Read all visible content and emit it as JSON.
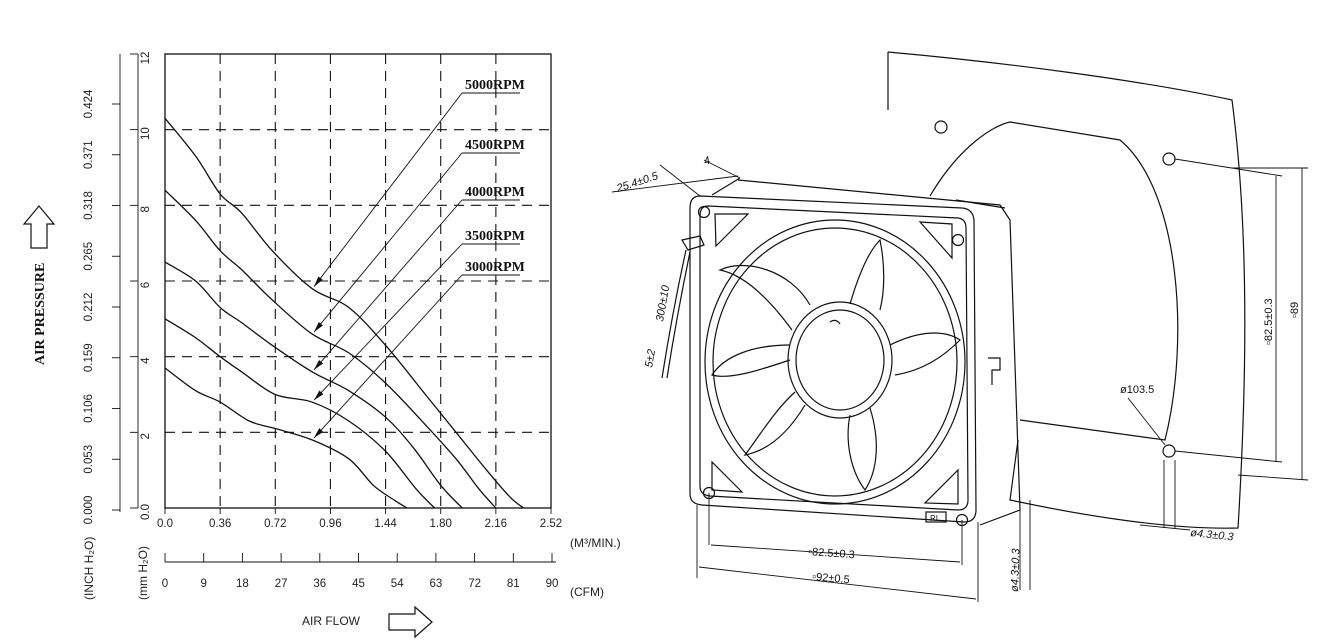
{
  "chart_data": {
    "type": "line",
    "xlabel": "AIR FLOW",
    "ylabel": "AIR PRESSURE",
    "x_ticks_primary": [
      "0.0",
      "0.36",
      "0.72",
      "0.96",
      "1.44",
      "1.80",
      "2.16",
      "2.52"
    ],
    "x_unit_primary": "(M³/MIN.)",
    "x_ticks_secondary": [
      "0",
      "9",
      "18",
      "27",
      "36",
      "45",
      "54",
      "63",
      "72",
      "81",
      "90"
    ],
    "x_unit_secondary": "(CFM)",
    "y_ticks_mm": [
      "0.0",
      "2",
      "4",
      "6",
      "8",
      "10",
      "12"
    ],
    "y_unit_mm": "(mm H₂O)",
    "y_ticks_inch": [
      "0.000",
      "0.053",
      "0.106",
      "0.159",
      "0.212",
      "0.265",
      "0.318",
      "0.371",
      "0.424"
    ],
    "y_unit_inch": "(INCH H₂O)",
    "xlim": [
      0,
      2.52
    ],
    "ylim": [
      0,
      12
    ],
    "grid": true,
    "series": [
      {
        "name": "5000RPM",
        "x": [
          0,
          0.2,
          0.36,
          0.5,
          0.7,
          0.96,
          1.2,
          1.44,
          1.7,
          1.9,
          2.1,
          2.25,
          2.34
        ],
        "y": [
          10.3,
          9.3,
          8.3,
          7.8,
          6.8,
          5.8,
          5.3,
          4.3,
          3.0,
          2.0,
          1.0,
          0.3,
          0
        ]
      },
      {
        "name": "4500RPM",
        "x": [
          0,
          0.2,
          0.36,
          0.5,
          0.7,
          0.96,
          1.2,
          1.44,
          1.7,
          1.9,
          2.05,
          2.16
        ],
        "y": [
          8.4,
          7.6,
          6.8,
          6.3,
          5.5,
          4.6,
          4.1,
          3.3,
          2.2,
          1.3,
          0.5,
          0
        ]
      },
      {
        "name": "4000RPM",
        "x": [
          0,
          0.2,
          0.36,
          0.5,
          0.7,
          0.96,
          1.2,
          1.44,
          1.62,
          1.8,
          1.94
        ],
        "y": [
          6.5,
          6.0,
          5.3,
          4.9,
          4.3,
          3.6,
          3.1,
          2.4,
          1.6,
          0.6,
          0
        ]
      },
      {
        "name": "3500RPM",
        "x": [
          0,
          0.2,
          0.36,
          0.5,
          0.72,
          0.96,
          1.2,
          1.44,
          1.64,
          1.76
        ],
        "y": [
          5.0,
          4.5,
          4.0,
          3.6,
          3.0,
          2.8,
          2.3,
          1.5,
          0.5,
          0
        ]
      },
      {
        "name": "3000RPM",
        "x": [
          0,
          0.2,
          0.36,
          0.55,
          0.72,
          0.96,
          1.2,
          1.36,
          1.5,
          1.58
        ],
        "y": [
          3.7,
          3.1,
          2.8,
          2.3,
          2.1,
          1.8,
          1.3,
          0.6,
          0.2,
          0
        ]
      }
    ]
  },
  "dimensions": {
    "depth": "25.4±0.5",
    "rib": "4",
    "lead_length": "300±10",
    "strip": "5±2",
    "hole_spacing_front": "▫82.5±0.3",
    "outer_front": "▫92±0.5",
    "hole_dia_front": "ø4.3±0.3",
    "hole_spacing_side": "▫82.5±0.3",
    "panel_side": "▫89",
    "cutout": "ø103.5",
    "hole_dia_panel": "ø4.3±0.3"
  },
  "markings": {
    "corner_logo": "RI"
  }
}
